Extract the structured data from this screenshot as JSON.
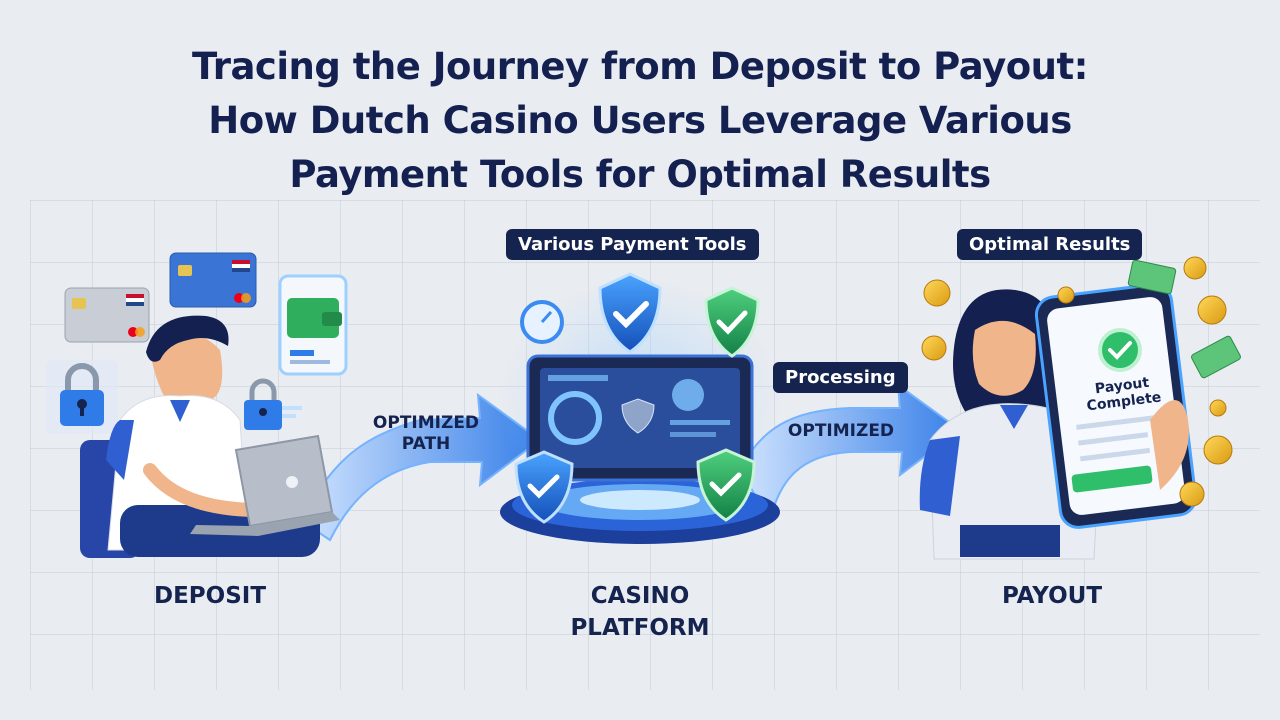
{
  "title": {
    "line1": "Tracing the Journey from Deposit to Payout:",
    "line2": "How Dutch Casino Users Leverage Various",
    "line3": "Payment Tools for Optimal Results"
  },
  "badges": {
    "tools": "Various Payment Tools",
    "results": "Optimal Results",
    "processing": "Processing"
  },
  "arrows": {
    "left_line1": "OPTIMIZED",
    "left_line2": "PATH",
    "right": "OPTIMIZED"
  },
  "stages": {
    "deposit": "DEPOSIT",
    "platform_line1": "CASINO",
    "platform_line2": "PLATFORM",
    "payout": "PAYOUT"
  },
  "phone": {
    "status_line1": "Payout",
    "status_line2": "Complete"
  },
  "colors": {
    "navy": "#15234f",
    "accent_blue": "#2f7be8",
    "success_green": "#2fbf6a"
  }
}
